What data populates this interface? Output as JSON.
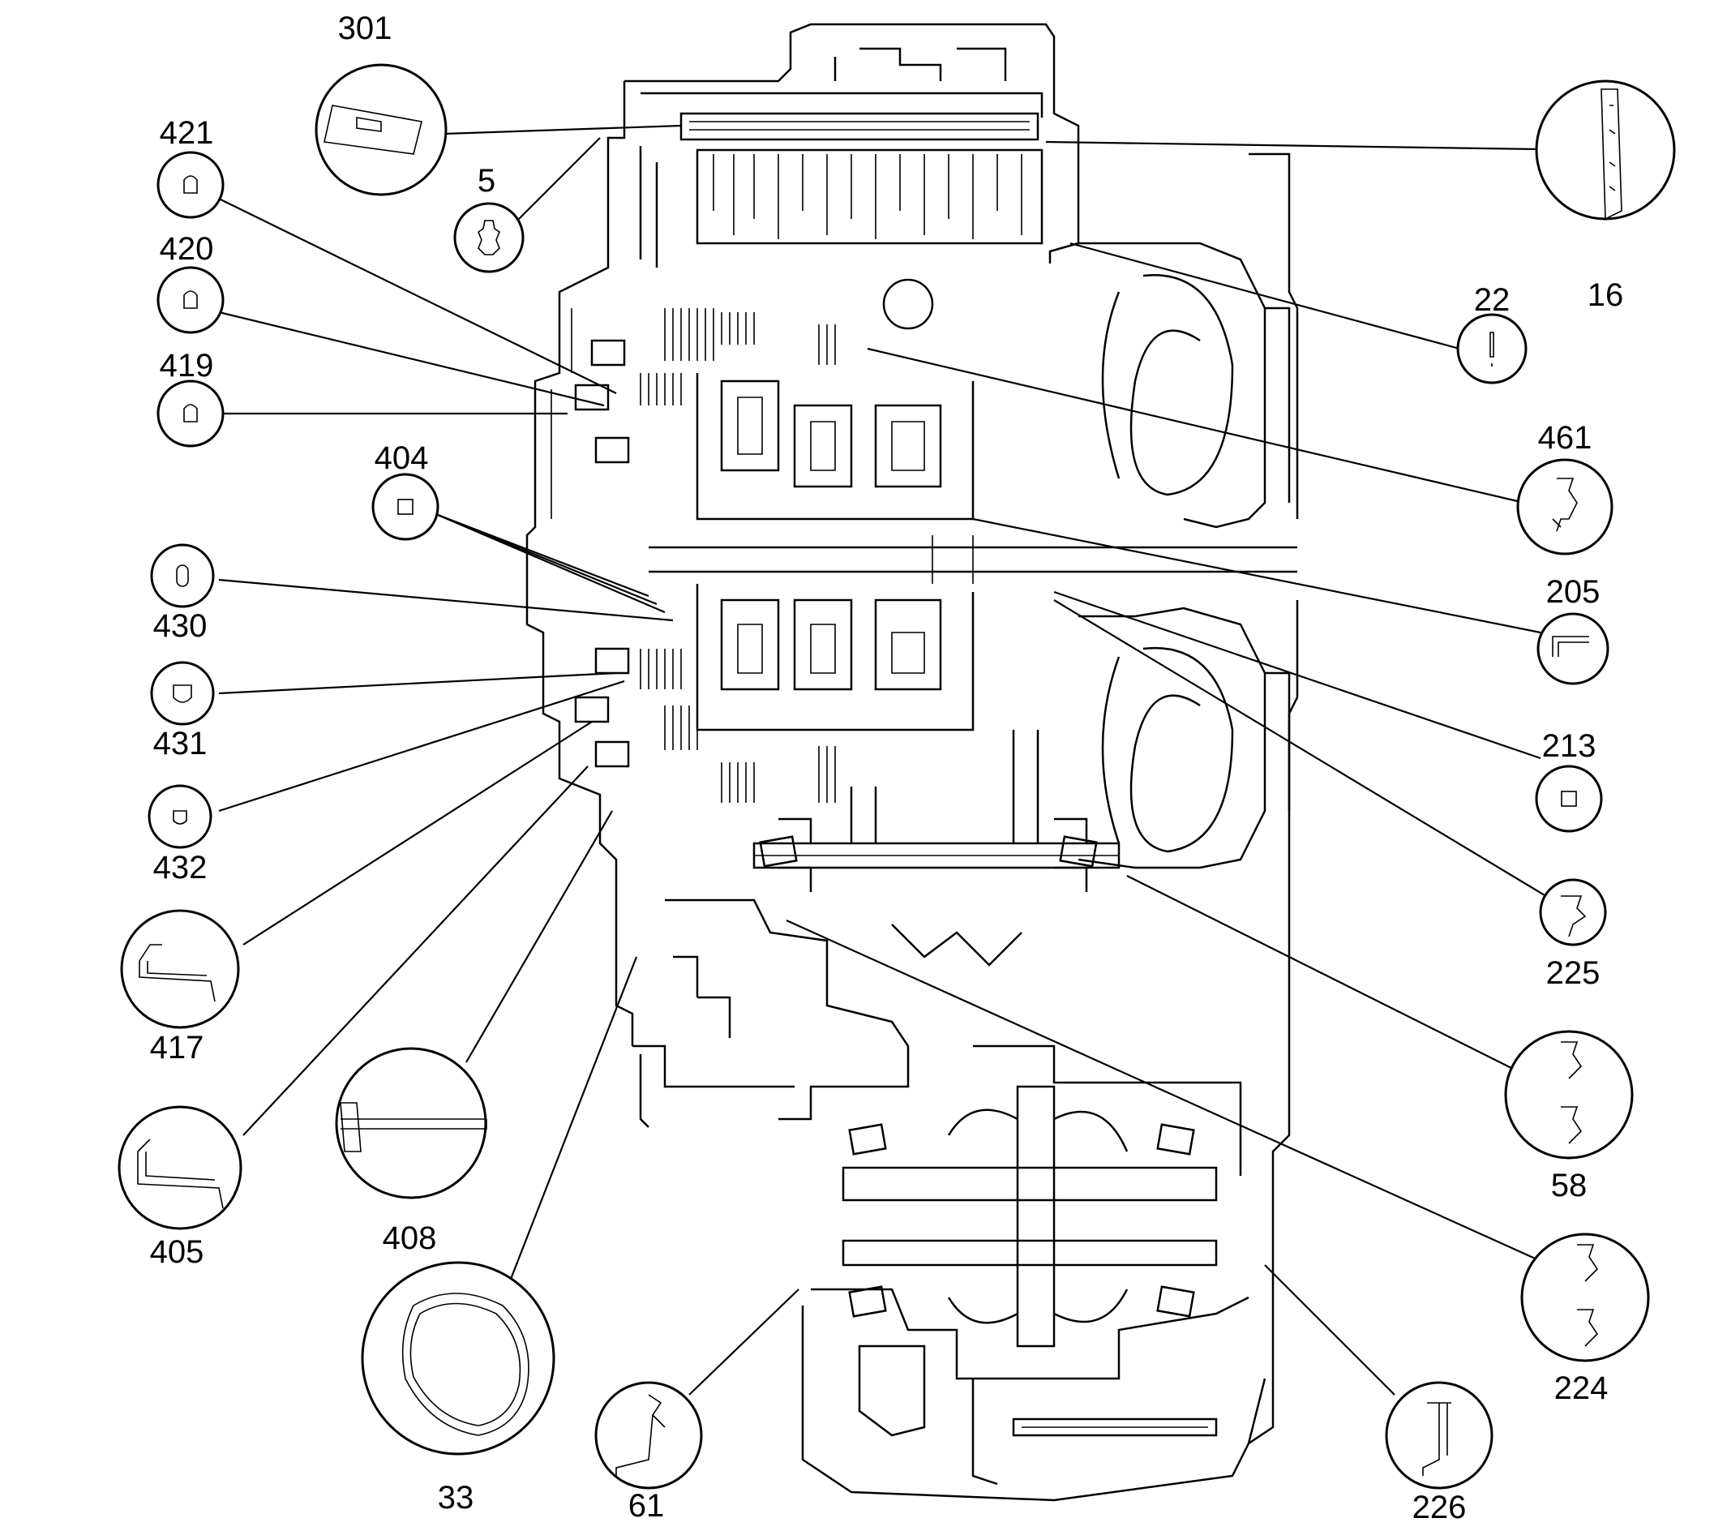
{
  "diagram": {
    "callouts": [
      {
        "id": "301",
        "label": "301",
        "icon": "valve-body-assembly-icon"
      },
      {
        "id": "16",
        "label": "16",
        "icon": "spacer-plate-gasket-icon"
      },
      {
        "id": "421",
        "label": "421",
        "icon": "seal-icon"
      },
      {
        "id": "420",
        "label": "420",
        "icon": "seal-icon"
      },
      {
        "id": "419",
        "label": "419",
        "icon": "seal-icon"
      },
      {
        "id": "5",
        "label": "5",
        "icon": "gasket-icon"
      },
      {
        "id": "22",
        "label": "22",
        "icon": "pin-icon"
      },
      {
        "id": "461",
        "label": "461",
        "icon": "seal-ring-icon"
      },
      {
        "id": "404",
        "label": "404",
        "icon": "square-seal-icon"
      },
      {
        "id": "205",
        "label": "205",
        "icon": "lip-seal-icon"
      },
      {
        "id": "430",
        "label": "430",
        "icon": "o-ring-icon"
      },
      {
        "id": "431",
        "label": "431",
        "icon": "seal-icon"
      },
      {
        "id": "213",
        "label": "213",
        "icon": "square-seal-icon"
      },
      {
        "id": "432",
        "label": "432",
        "icon": "seal-icon"
      },
      {
        "id": "225",
        "label": "225",
        "icon": "seal-ring-icon"
      },
      {
        "id": "417",
        "label": "417",
        "icon": "piston-seal-icon"
      },
      {
        "id": "58",
        "label": "58",
        "icon": "double-seal-icon"
      },
      {
        "id": "405",
        "label": "405",
        "icon": "piston-seal-icon"
      },
      {
        "id": "408",
        "label": "408",
        "icon": "shaft-seal-icon"
      },
      {
        "id": "224",
        "label": "224",
        "icon": "double-seal-icon"
      },
      {
        "id": "33",
        "label": "33",
        "icon": "case-gasket-icon"
      },
      {
        "id": "61",
        "label": "61",
        "icon": "axle-seal-icon"
      },
      {
        "id": "226",
        "label": "226",
        "icon": "axle-seal-icon"
      }
    ]
  }
}
